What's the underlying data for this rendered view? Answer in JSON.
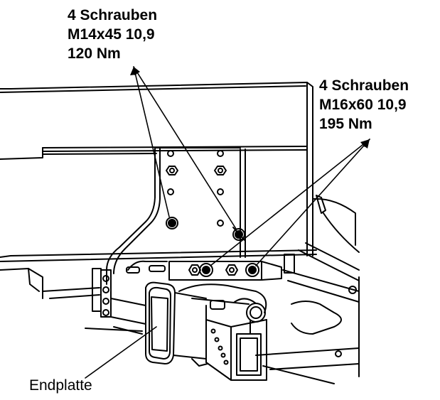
{
  "callouts": {
    "m14": {
      "line1": "4 Schrauben",
      "line2": "M14x45 10,9",
      "line3": "120 Nm"
    },
    "m16": {
      "line1": "4 Schrauben",
      "line2": "M16x60 10,9",
      "line3": "195 Nm"
    },
    "endplate": {
      "label": "Endplatte"
    }
  },
  "colors": {
    "ink": "#000000",
    "paper": "#ffffff"
  }
}
